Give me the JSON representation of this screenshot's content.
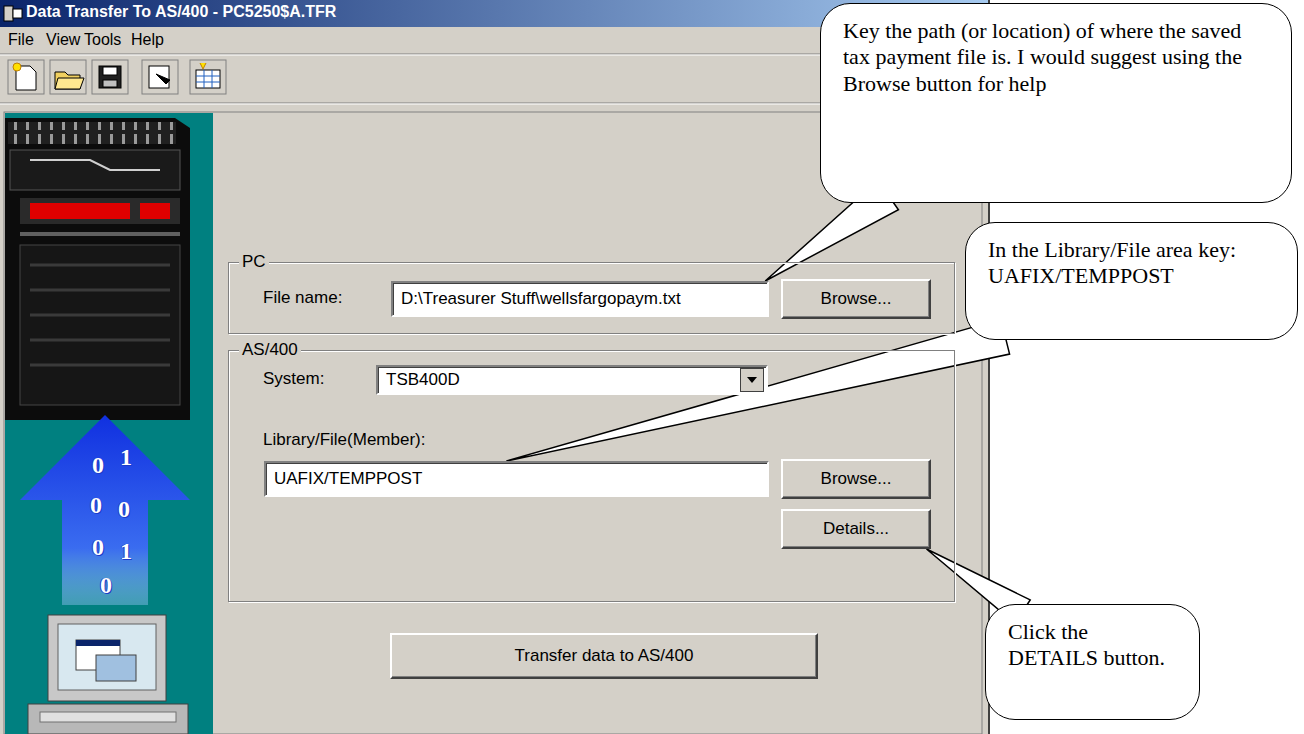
{
  "diagram": {
    "title": "Data Transfer To AS/400 - PC5250$A.TFR",
    "nodes": [
      {
        "text": [
          "Key the path (or location) of where the saved tax payment file is. I would suggest using the Browse button for help"
        ]
      },
      {
        "text": [
          "PC"
        ]
      },
      {
        "text": [
          "D:\\Treasurer Stuff\\wellsfargopaym.txt"
        ],
        "in": 1
      },
      {
        "text": [
          "Browse..."
        ],
        "in": 1
      },
      {
        "text": [
          "AS/400"
        ]
      },
      {
        "text": [
          "TSB400D"
        ],
        "in": 4
      },
      {
        "text": [
          "UAFIX/TEMPPOST"
        ],
        "in": 4
      },
      {
        "text": [
          "Browse..."
        ],
        "in": 4
      },
      {
        "text": [
          "Details..."
        ],
        "in": 4
      },
      {
        "text": [
          "Transfer data to AS/400"
        ]
      },
      {
        "text": [
          "In the Library/File area key: UAFIX/TEMPPOST"
        ]
      },
      {
        "text": [
          "Click the DETAILS button."
        ]
      }
    ],
    "edges": [
      {
        "from": 0,
        "to": 2,
        "arrow": "none"
      },
      {
        "from": 10,
        "to": 6,
        "arrow": "none"
      },
      {
        "from": 11,
        "to": 8,
        "arrow": "none"
      }
    ],
    "labels": [
      "File",
      "View",
      "Tools",
      "Help",
      "File name:",
      "System:",
      "Library/File(Member):",
      "0",
      "1",
      "0",
      "0",
      "0",
      "1",
      "0"
    ]
  }
}
